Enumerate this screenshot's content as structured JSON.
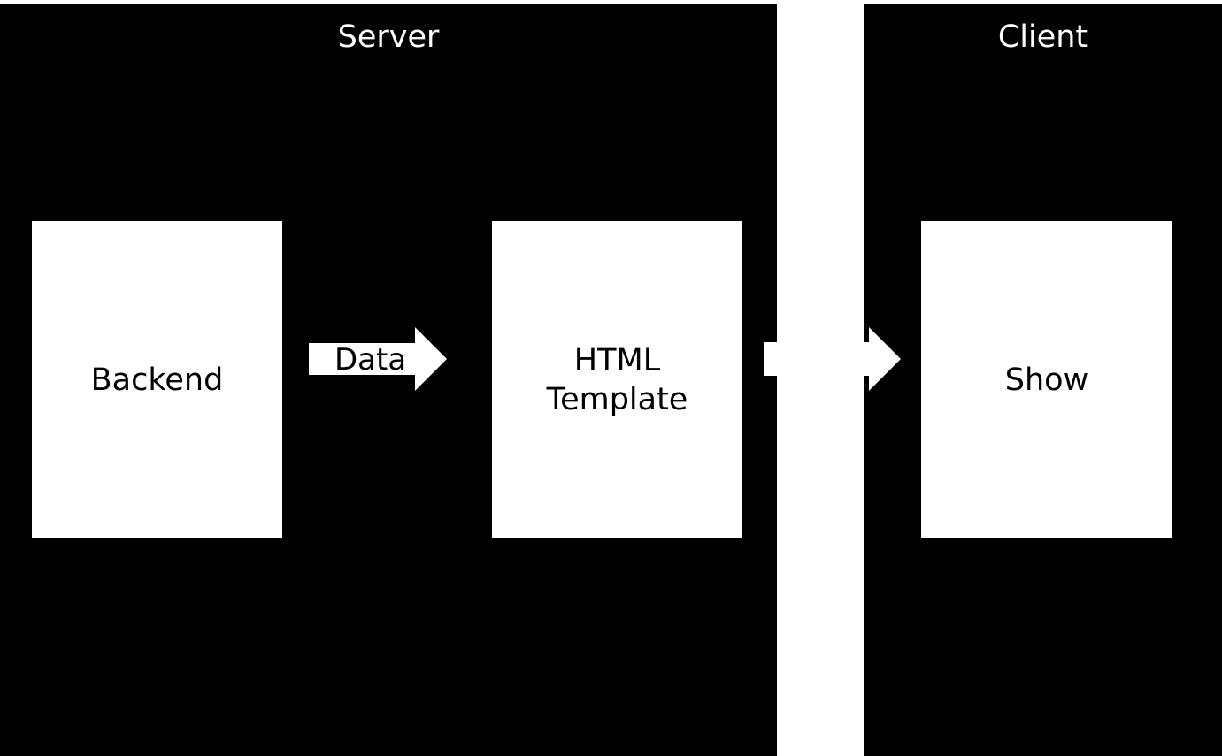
{
  "server": {
    "title": "Server",
    "backend_label": "Backend",
    "arrow_label": "Data",
    "template_line1": "HTML",
    "template_line2": "Template"
  },
  "client": {
    "title": "Client",
    "show_label": "Show"
  },
  "colors": {
    "panel": "#000000",
    "box": "#ffffff",
    "background": "#ffffff"
  }
}
